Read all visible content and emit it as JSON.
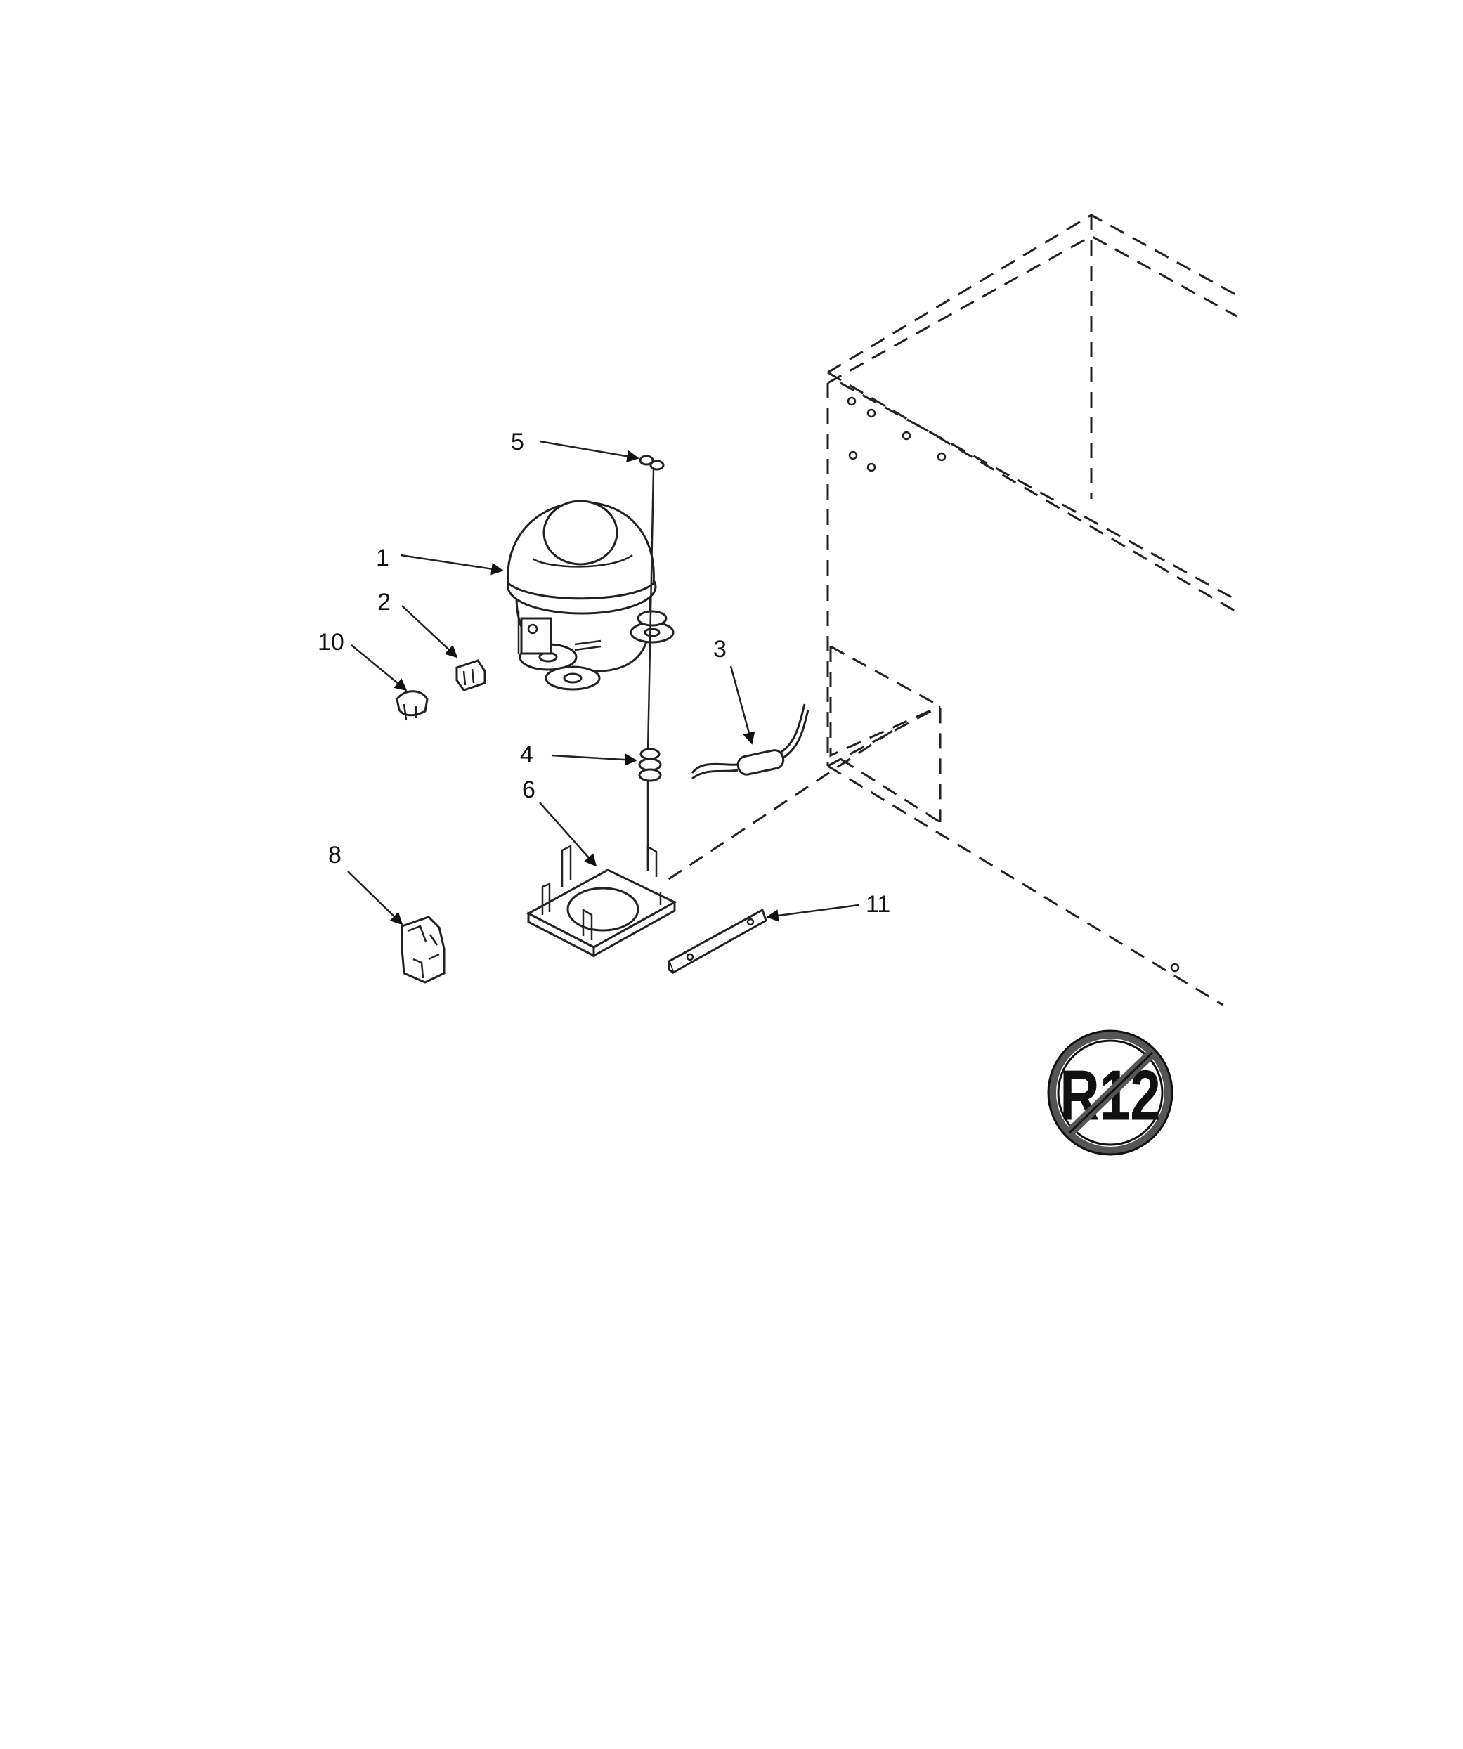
{
  "callouts": {
    "c1": "1",
    "c2": "2",
    "c3": "3",
    "c4": "4",
    "c5": "5",
    "c6": "6",
    "c8": "8",
    "c10": "10",
    "c11": "11"
  },
  "badge": {
    "text": "R12",
    "icon": "no-r12-refrigerant-icon"
  }
}
